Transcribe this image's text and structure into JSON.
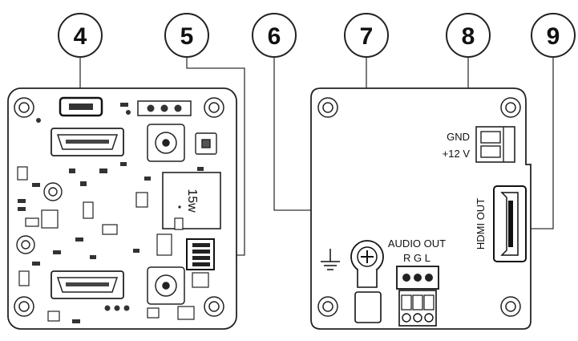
{
  "callouts": [
    {
      "number": "4"
    },
    {
      "number": "5"
    },
    {
      "number": "6"
    },
    {
      "number": "7"
    },
    {
      "number": "8"
    },
    {
      "number": "9"
    }
  ],
  "front_board": {
    "chip_label": "15w"
  },
  "rear_panel": {
    "power_gnd_label": "GND",
    "power_12v_label": "+12 V",
    "audio_out_label": "AUDIO OUT",
    "audio_channels_label": "R G L",
    "hdmi_out_label": "HDMI OUT"
  }
}
